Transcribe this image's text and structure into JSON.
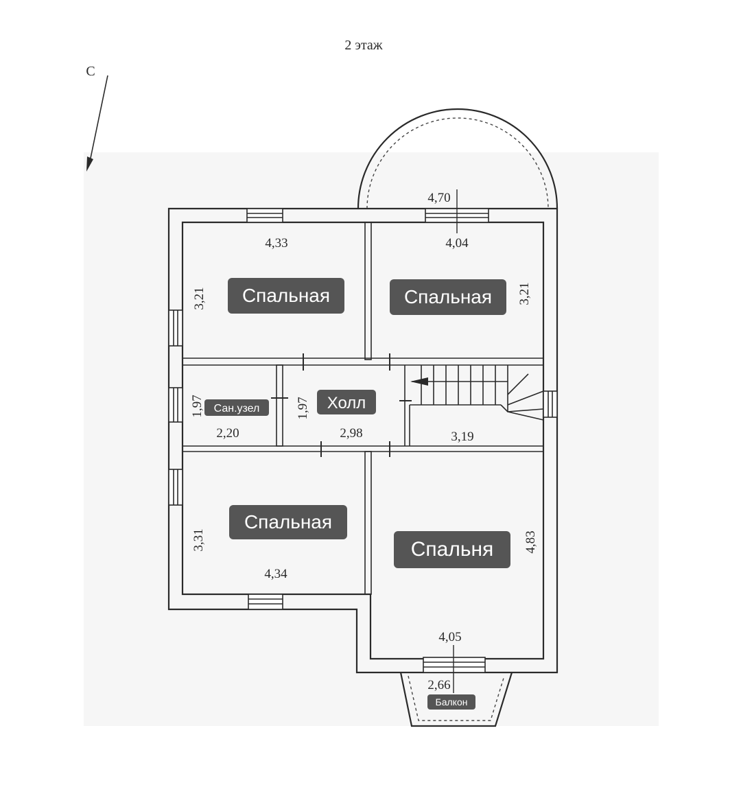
{
  "title": "2 этаж",
  "north_label": "С",
  "rooms": {
    "bedroom_top_left": "Спальная",
    "bedroom_top_right": "Спальная",
    "bathroom": "Сан.узел",
    "hall": "Холл",
    "bedroom_bottom_left": "Спальная",
    "bedroom_bottom_right": "Спальня",
    "balcony": "Балкон"
  },
  "dimensions": {
    "bay_width": "4,70",
    "tl_width": "4,33",
    "tr_width": "4,04",
    "tl_height": "3,21",
    "tr_height": "3,21",
    "bath_height": "1,97",
    "hall_height": "1,97",
    "bath_width": "2,20",
    "hall_width": "2,98",
    "stair_width": "3,19",
    "bl_height": "3,31",
    "bl_width": "4,34",
    "br_height": "4,83",
    "br_width": "4,05",
    "balcony_width": "2,66"
  }
}
